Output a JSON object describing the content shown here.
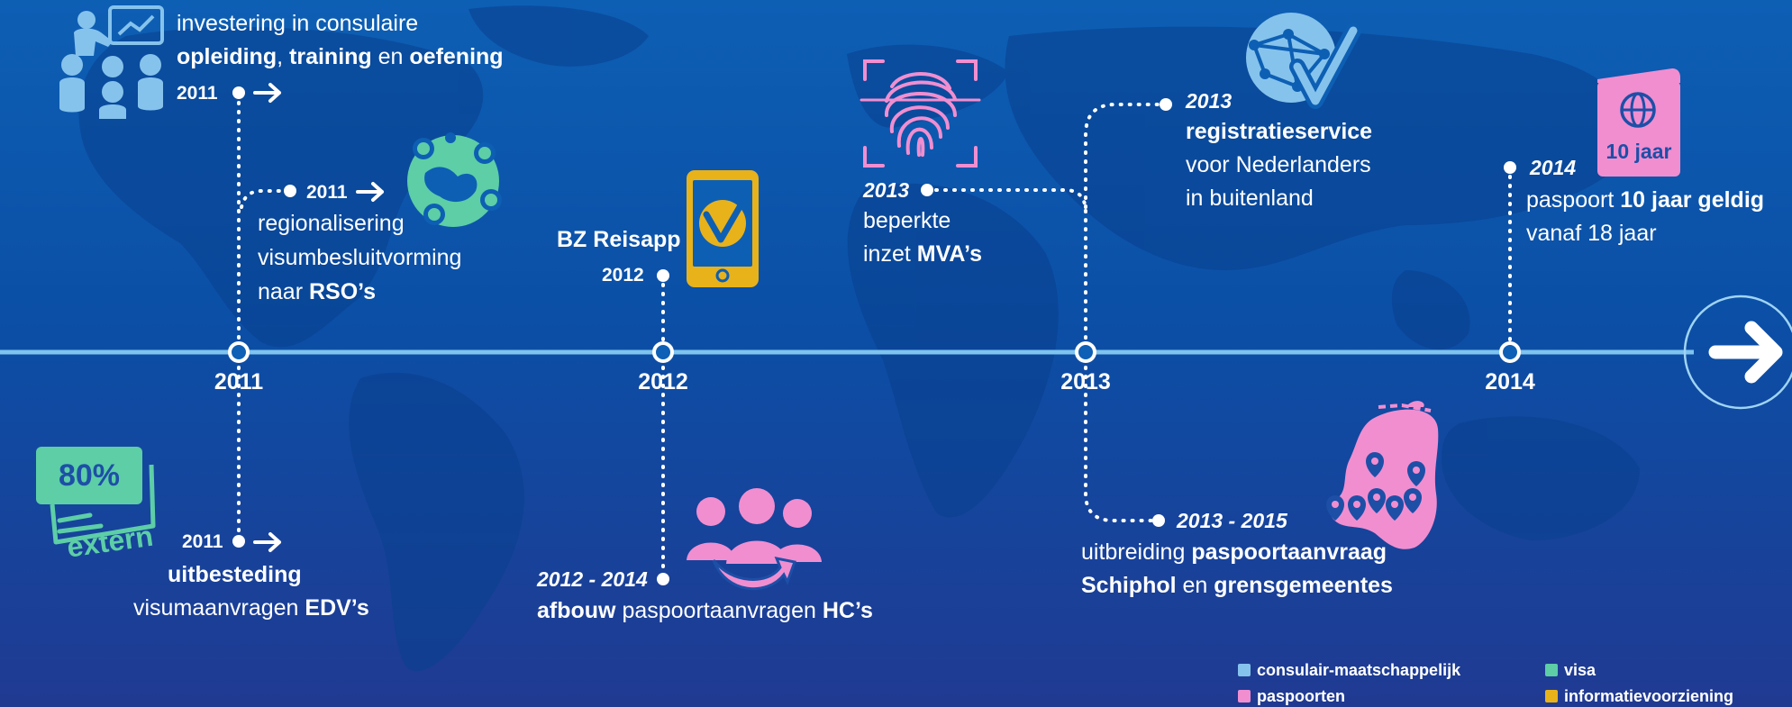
{
  "timeline": {
    "ticks": [
      {
        "label": "2011"
      },
      {
        "label": "2012"
      },
      {
        "label": "2013"
      },
      {
        "label": "2014"
      }
    ]
  },
  "events": {
    "opleiding": {
      "year": "2011",
      "line1": "investering in consulaire",
      "line2_parts": [
        {
          "text": "opleiding",
          "bold": true
        },
        {
          "text": ", ",
          "bold": false
        },
        {
          "text": "training",
          "bold": true
        },
        {
          "text": " en ",
          "bold": false
        },
        {
          "text": "oefening",
          "bold": true
        }
      ],
      "category": "consulair-maatschappelijk"
    },
    "regionalisering": {
      "year": "2011",
      "line1": "regionalisering",
      "line2": "visumbesluitvorming",
      "line3_parts": [
        {
          "text": "naar ",
          "bold": false
        },
        {
          "text": "RSO’s",
          "bold": true
        }
      ],
      "category": "visa"
    },
    "reisapp": {
      "title": "BZ Reisapp",
      "year": "2012",
      "category": "informatievoorziening"
    },
    "mva": {
      "year": "2013",
      "line1": "beperkte",
      "line2_parts": [
        {
          "text": "inzet ",
          "bold": false
        },
        {
          "text": "MVA’s",
          "bold": true
        }
      ],
      "category": "paspoorten"
    },
    "registratie": {
      "year": "2013",
      "line1": "registratieservice",
      "line2": "voor Nederlanders",
      "line3": "in buitenland",
      "category": "consulair-maatschappelijk"
    },
    "paspoort10": {
      "year": "2014",
      "line1_parts": [
        {
          "text": "paspoort ",
          "bold": false
        },
        {
          "text": "10 jaar geldig",
          "bold": true
        }
      ],
      "line2": "vanaf 18 jaar",
      "badge": "10 jaar",
      "category": "paspoorten"
    },
    "uitbesteding": {
      "year": "2011",
      "line1": "uitbesteding",
      "line2_parts": [
        {
          "text": "visumaanvragen ",
          "bold": false
        },
        {
          "text": "EDV’s",
          "bold": true
        }
      ],
      "badge_percent": "80%",
      "badge_word": "extern",
      "category": "visa"
    },
    "afbouw": {
      "year": "2012 - 2014",
      "line1_parts": [
        {
          "text": "afbouw",
          "bold": true
        },
        {
          "text": " paspoortaanvragen ",
          "bold": false
        },
        {
          "text": "HC’s",
          "bold": true
        }
      ],
      "category": "paspoorten"
    },
    "uitbreiding": {
      "year": "2013 - 2015",
      "line1_parts": [
        {
          "text": "uitbreiding ",
          "bold": false
        },
        {
          "text": "paspoortaanvraag",
          "bold": true
        }
      ],
      "line2_parts": [
        {
          "text": "Schiphol",
          "bold": true
        },
        {
          "text": " en  ",
          "bold": false
        },
        {
          "text": "grensgemeentes",
          "bold": true
        }
      ],
      "category": "paspoorten"
    }
  },
  "legend": [
    {
      "label": "consulair-maatschappelijk",
      "color": "#86c3ec"
    },
    {
      "label": "paspoorten",
      "color": "#f18ed0"
    },
    {
      "label": "visa",
      "color": "#5dcea6"
    },
    {
      "label": "informatievoorziening",
      "color": "#e8b21b"
    }
  ],
  "colors": {
    "consulair": "#86c3ec",
    "paspoorten": "#f18ed0",
    "visa": "#5dcea6",
    "informatie": "#e8b21b",
    "axis": "#7fc4ee"
  },
  "icons": {
    "opleiding": "training-presentation-icon",
    "regionalisering": "globe-network-icon",
    "reisapp": "smartphone-app-icon",
    "mva": "fingerprint-scan-icon",
    "registratie": "globe-check-icon",
    "paspoort10": "passport-icon",
    "uitbesteding": "outsourcing-ticket-icon",
    "afbouw": "people-reduction-icon",
    "uitbreiding": "netherlands-map-pins-icon",
    "next": "arrow-right-icon"
  }
}
